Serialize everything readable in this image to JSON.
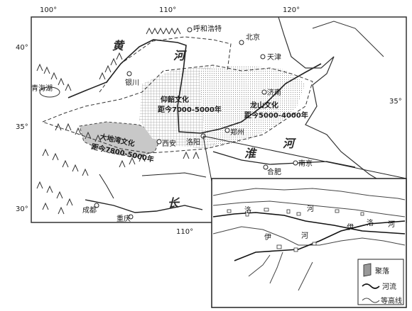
{
  "coords": {
    "lon100": "100°",
    "lon110": "110°",
    "lon120": "120°",
    "lat40": "40°",
    "lat35": "35°",
    "lat30": "30°"
  },
  "labels": {
    "huang": "黄",
    "he": "河",
    "huai": "淮",
    "chang": "长"
  },
  "cities": {
    "hohhot": "呼和浩特",
    "beijing": "北京",
    "tianjin": "天津",
    "yinchuan": "银川",
    "qinghai_lake": "青海湖",
    "jinan": "济南",
    "zhengzhou": "郑州",
    "xian": "西安",
    "luoyang": "洛阳",
    "nanjing": "南京",
    "hefei": "合肥",
    "chengdu": "成都",
    "chongqing": "重庆"
  },
  "cultures": {
    "yangshao": {
      "name": "仰韶文化",
      "date": "距今7000-5000年"
    },
    "longshan": {
      "name": "龙山文化",
      "date": "距今5000-4000年"
    },
    "dadiwan": {
      "name": "大地湾文化",
      "date": "距今7800-5000年"
    }
  },
  "inset": {
    "luo": "洛",
    "he": "河",
    "yi": "伊"
  },
  "legend": {
    "settlement": "聚落",
    "river": "河流",
    "contour": "等高线"
  },
  "colors": {
    "line": "#222222",
    "dadiwan_fill": "#c8c8c8"
  }
}
